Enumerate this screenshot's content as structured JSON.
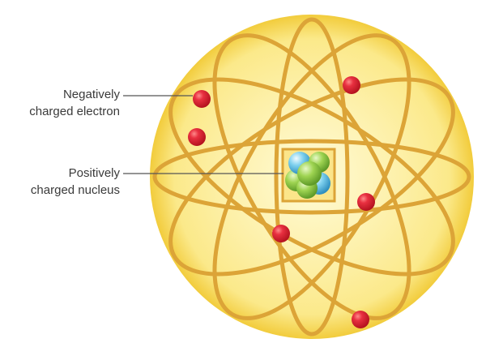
{
  "labels": {
    "electron": {
      "line1": "Negatively",
      "line2": "charged electron"
    },
    "nucleus": {
      "line1": "Positively",
      "line2": "charged nucleus"
    }
  },
  "colors": {
    "sphere_center": "#fffbd8",
    "sphere_mid": "#fbe98a",
    "sphere_edge": "#f2cc3c",
    "orbit": "#dca437",
    "nucleus_box": "#dca437",
    "electron": "#d81e2c",
    "electron_highlight": "#ff8a8a",
    "proton_green": "#8cc641",
    "neutron_blue": "#5fc3e6",
    "leader_line": "#555555"
  },
  "icons": {
    "electron": "red-sphere-icon",
    "proton": "green-sphere-icon",
    "neutron": "blue-sphere-icon"
  }
}
